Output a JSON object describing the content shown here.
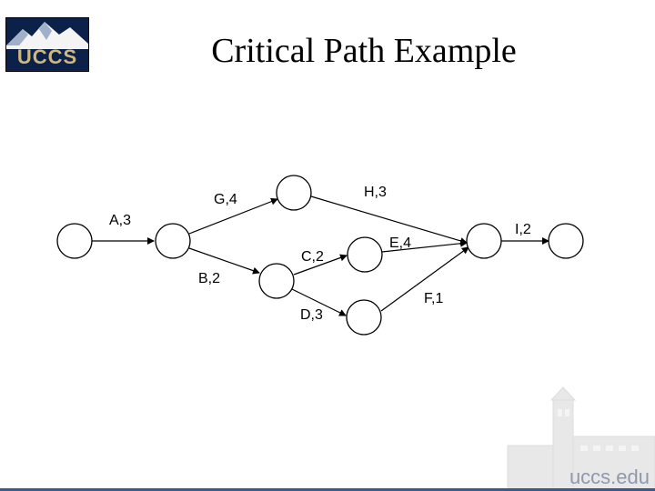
{
  "slide": {
    "title": "Critical Path Example",
    "logo_text": "UCCS",
    "footer_url": "uccs.edu"
  },
  "diagram": {
    "nodes": [
      "n1",
      "n2",
      "n3",
      "n4",
      "n5",
      "n6",
      "n7",
      "n8"
    ],
    "activities": [
      {
        "id": "A",
        "label": "A,3",
        "from": "n1",
        "to": "n2"
      },
      {
        "id": "G",
        "label": "G,4",
        "from": "n2",
        "to": "n3"
      },
      {
        "id": "B",
        "label": "B,2",
        "from": "n2",
        "to": "n4"
      },
      {
        "id": "H",
        "label": "H,3",
        "from": "n3",
        "to": "n7"
      },
      {
        "id": "C",
        "label": "C,2",
        "from": "n4",
        "to": "n5"
      },
      {
        "id": "D",
        "label": "D,3",
        "from": "n4",
        "to": "n6"
      },
      {
        "id": "E",
        "label": "E,4",
        "from": "n5",
        "to": "n7"
      },
      {
        "id": "F",
        "label": "F,1",
        "from": "n6",
        "to": "n7"
      },
      {
        "id": "I",
        "label": "I,2",
        "from": "n7",
        "to": "n8"
      }
    ]
  }
}
